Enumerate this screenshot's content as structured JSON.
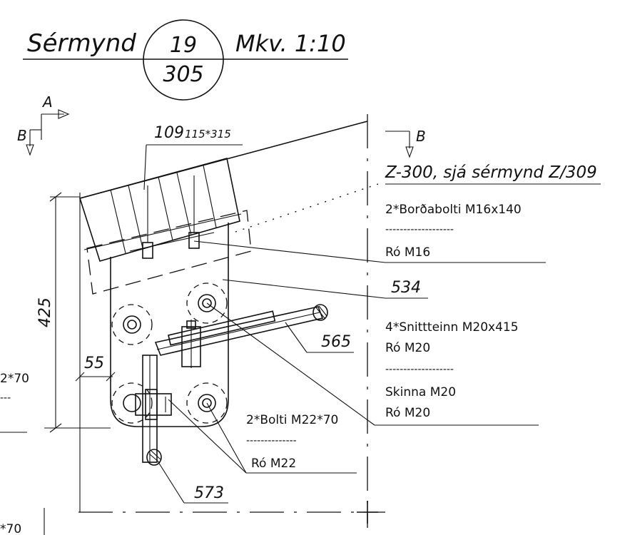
{
  "title": {
    "label": "Sérmynd",
    "detail_number": "19",
    "sheet_number": "305",
    "scale": "Mkv. 1:10"
  },
  "section_markers": {
    "view_a": "A",
    "cut_left": "B",
    "cut_right": "B"
  },
  "dimensions": {
    "height": "425",
    "offset": "55"
  },
  "callouts": {
    "plank_ref": "109",
    "plank_size": "115*315",
    "z_profile": "Z-300, sjá sérmynd Z/309",
    "deck_bolts": "2*Borðabolti M16x140",
    "deck_bolts_divider": "-------------------",
    "nut_m16": "Ró M16",
    "plate_ref": "534",
    "rods": "4*Snittteinn M20x415",
    "nut_m20_a": "Ró M20",
    "rods_divider": "-------------------",
    "washer": "Skinna M20",
    "nut_m20_b": "Ró M20",
    "bar_ref_565": "565",
    "bolts_m22": "2*Bolti M22*70",
    "bolts_divider": "--------------",
    "nut_m22": "Ró M22",
    "bar_ref_573": "573"
  },
  "edge_fragments": {
    "left_mid": "2*70",
    "left_mid_dashes": "---",
    "left_bottom": "*70"
  }
}
